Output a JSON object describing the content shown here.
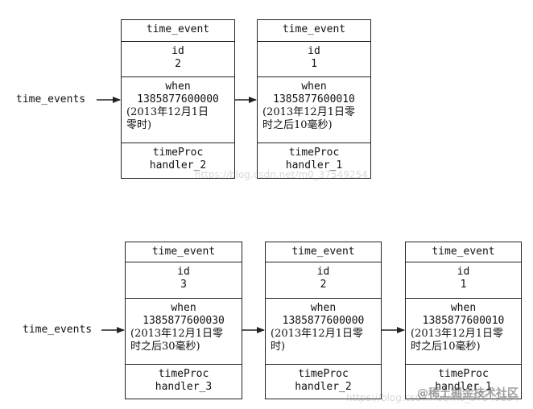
{
  "diagram_top": {
    "label": "time_events",
    "events": [
      {
        "title": "time_event",
        "id_label": "id",
        "id_value": "2",
        "when_label": "when",
        "when_value": "1385877600000",
        "when_note_1": "(2013年12月1日",
        "when_note_2": "零时)",
        "proc_label": "timeProc",
        "proc_value": "handler_2"
      },
      {
        "title": "time_event",
        "id_label": "id",
        "id_value": "1",
        "when_label": "when",
        "when_value": "1385877600010",
        "when_note_1": "(2013年12月1日零",
        "when_note_2": "时之后10毫秒)",
        "proc_label": "timeProc",
        "proc_value": "handler_1"
      }
    ]
  },
  "diagram_bottom": {
    "label": "time_events",
    "events": [
      {
        "title": "time_event",
        "id_label": "id",
        "id_value": "3",
        "when_label": "when",
        "when_value": "1385877600030",
        "when_note_1": "(2013年12月1日零",
        "when_note_2": "时之后30毫秒)",
        "proc_label": "timeProc",
        "proc_value": "handler_3"
      },
      {
        "title": "time_event",
        "id_label": "id",
        "id_value": "2",
        "when_label": "when",
        "when_value": "1385877600000",
        "when_note_1": "(2013年12月1日零",
        "when_note_2": "时)",
        "proc_label": "timeProc",
        "proc_value": "handler_2"
      },
      {
        "title": "time_event",
        "id_label": "id",
        "id_value": "1",
        "when_label": "when",
        "when_value": "1385877600010",
        "when_note_1": "(2013年12月1日零",
        "when_note_2": "时之后10毫秒)",
        "proc_label": "timeProc",
        "proc_value": "handler_1"
      }
    ]
  },
  "watermarks": {
    "top": "https://blog.csdn.net/m0_37549254",
    "bottom": "https://blog.csdn.net/m0_37549254",
    "brand": "@稀土掘金技术社区"
  }
}
